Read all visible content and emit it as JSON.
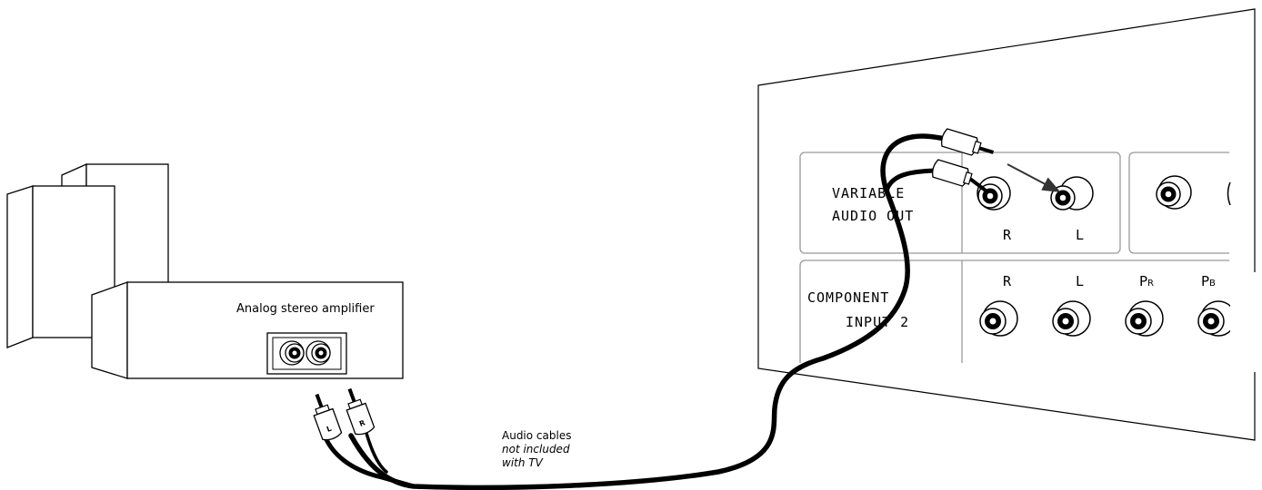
{
  "amplifier": {
    "label": "Analog stereo amplifier",
    "plug_left": "L",
    "plug_right": "R"
  },
  "cable": {
    "line1": "Audio cables",
    "line2": "not included",
    "line3": "with TV"
  },
  "tv_panel": {
    "variable_audio_out": {
      "line1": "VARIABLE",
      "line2": "AUDIO OUT",
      "jack_r": "R",
      "jack_l": "L"
    },
    "component_input_2": {
      "line1": "COMPONENT",
      "line2": "INPUT 2",
      "jack_r": "R",
      "jack_l": "L",
      "jack_pr_main": "P",
      "jack_pr_sub": "R",
      "jack_pb_main": "P",
      "jack_pb_sub": "B"
    }
  }
}
